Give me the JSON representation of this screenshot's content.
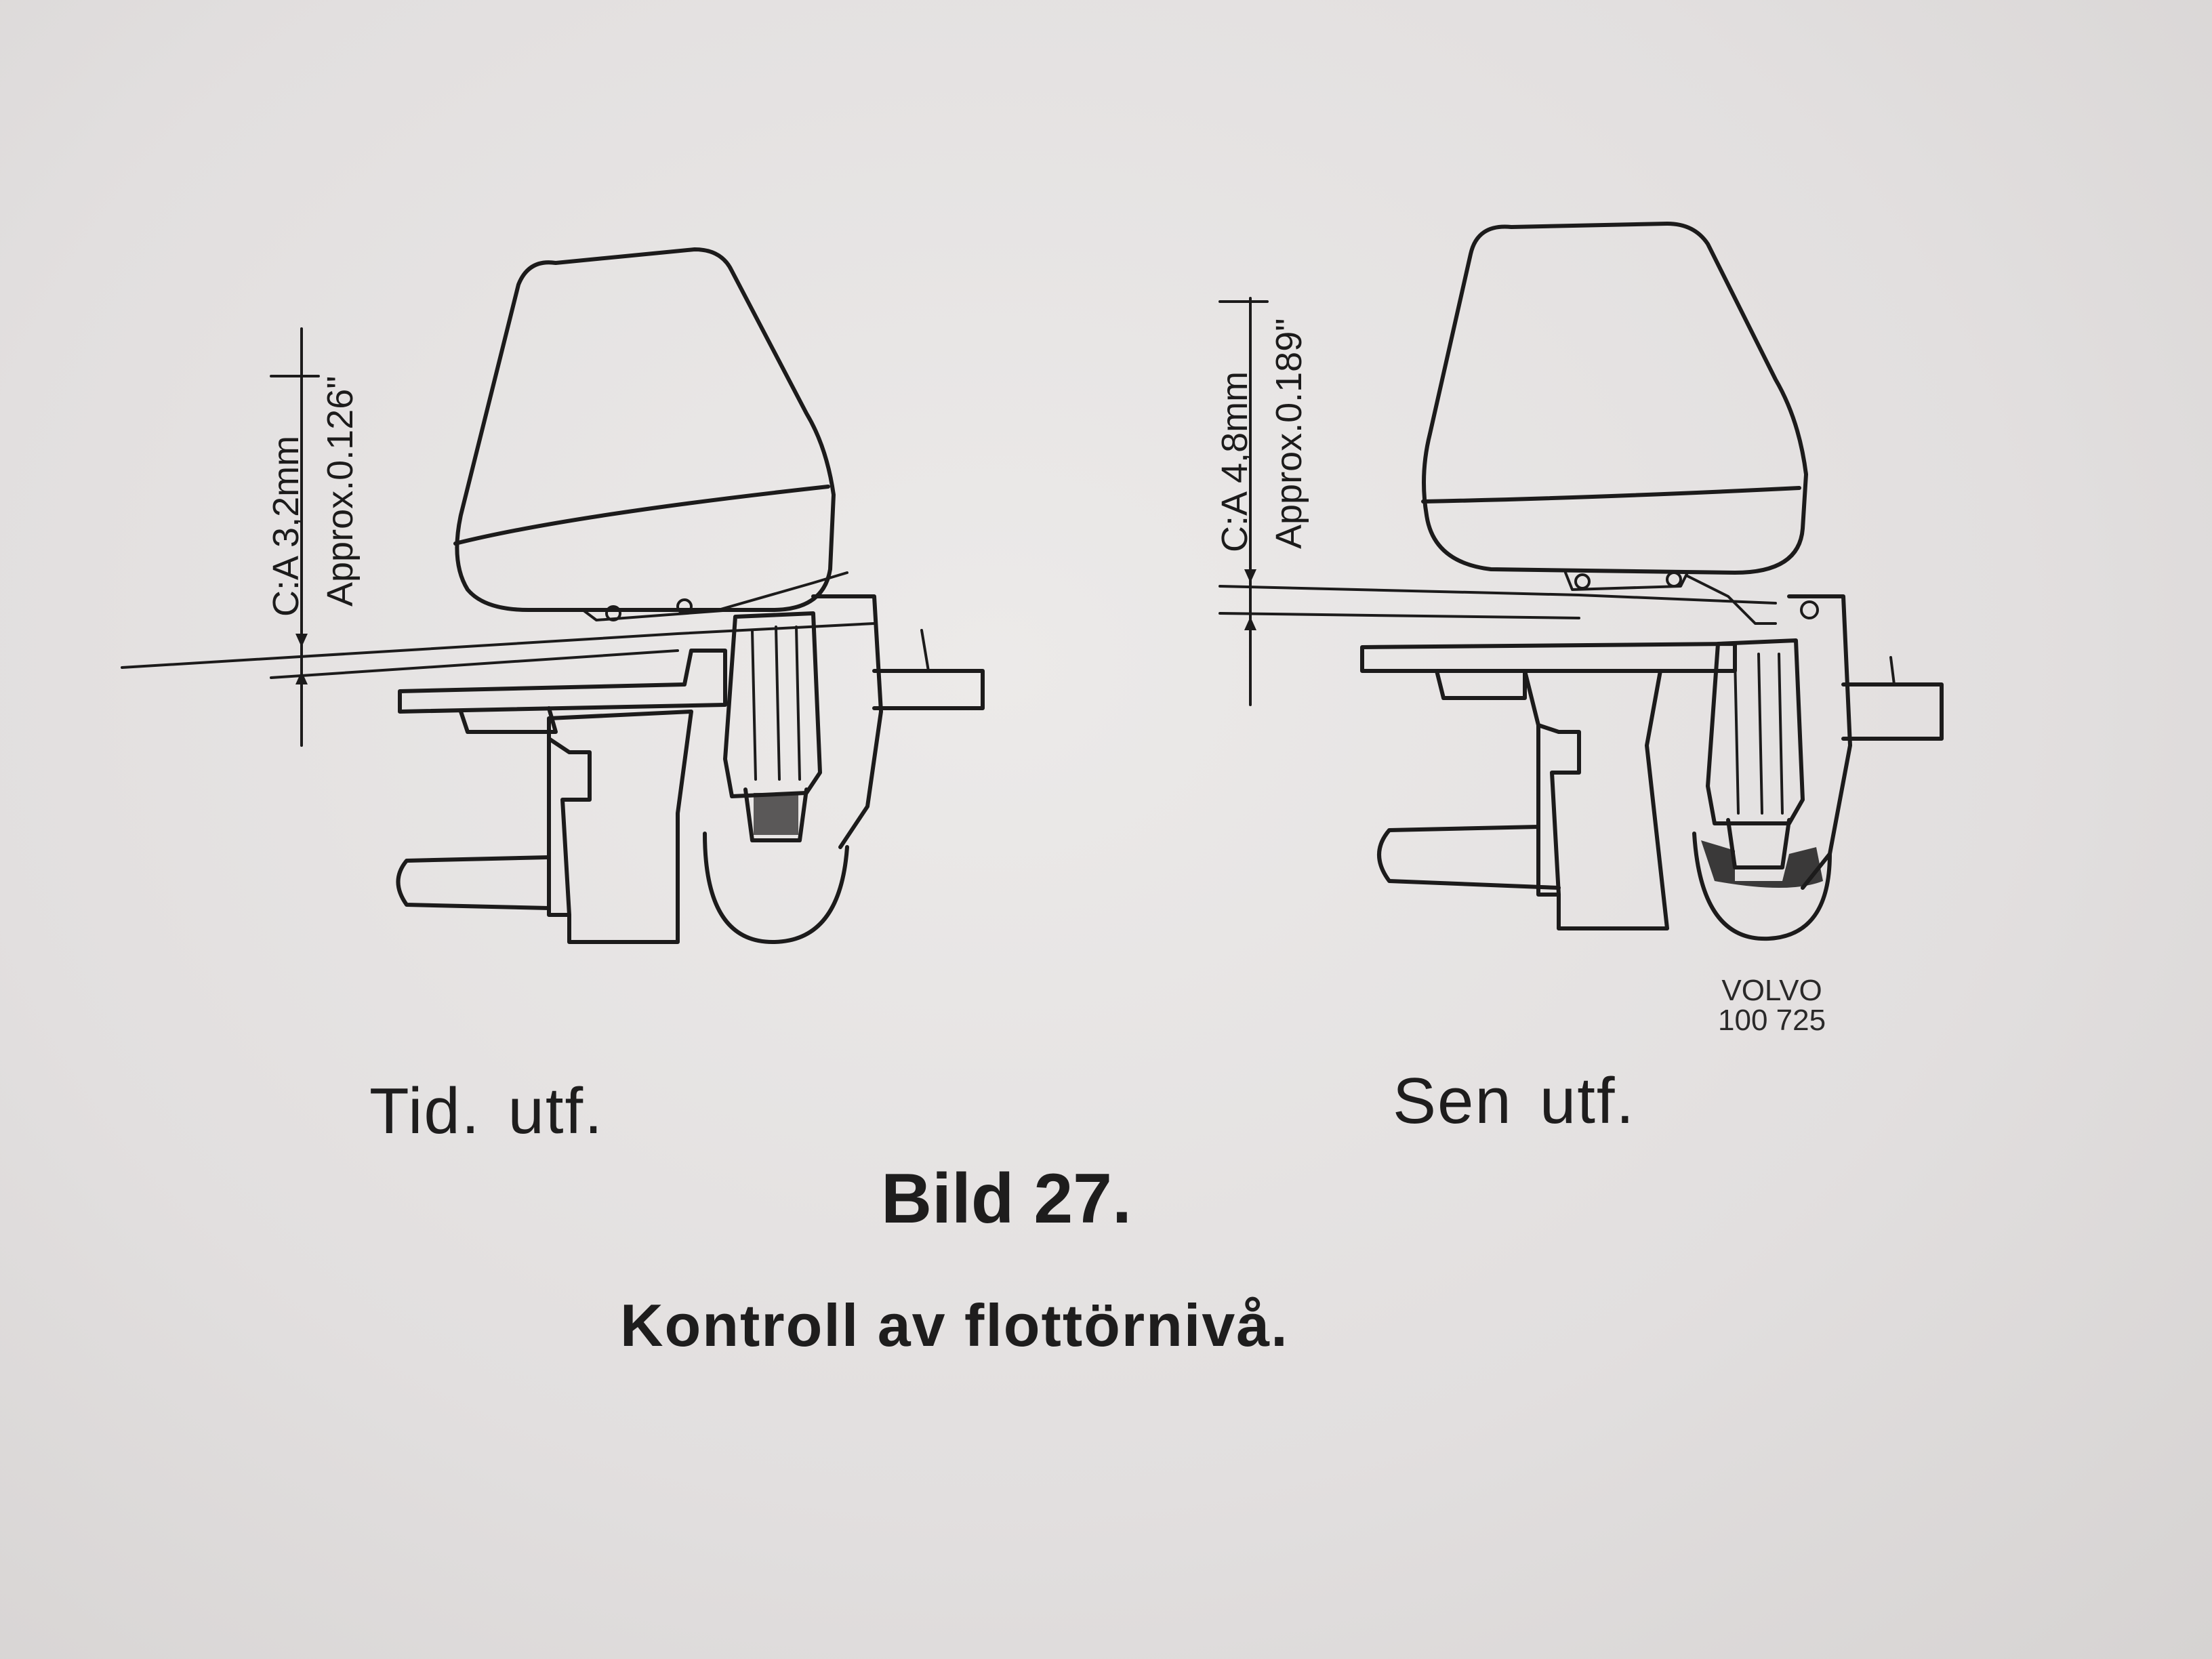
{
  "left_figure": {
    "dimension_mm": "C:A 3,2mm",
    "dimension_inch": "Approx.0.126\"",
    "caption_word1": "Tid.",
    "caption_word2": "utf."
  },
  "right_figure": {
    "dimension_mm": "C:A 4,8mm",
    "dimension_inch": "Approx.0.189\"",
    "caption_word1": "Sen",
    "caption_word2": "utf.",
    "stamp_brand": "VOLVO",
    "stamp_number": "100 725"
  },
  "figure_number": "Bild 27.",
  "figure_title": "Kontroll av flottörnivå."
}
